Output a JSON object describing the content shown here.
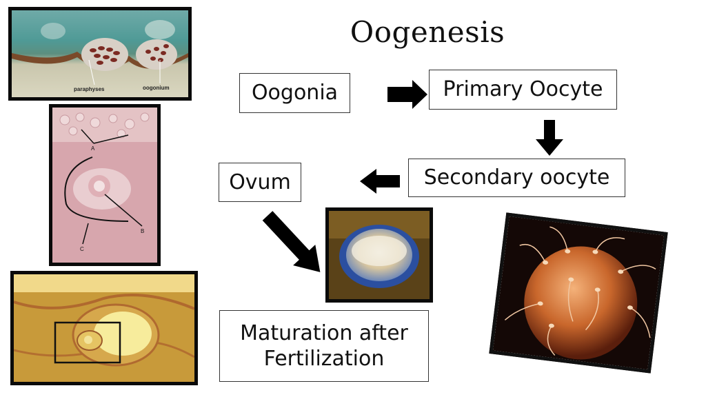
{
  "title": "Oogenesis",
  "stages": {
    "oogonia": "Oogonia",
    "primary_oocyte": "Primary Oocyte",
    "secondary_oocyte": "Secondary oocyte",
    "ovum": "Ovum",
    "maturation": "Maturation after Fertilization"
  },
  "figure_labels": {
    "paraphyses": "paraphyses",
    "oogonium": "oogonium",
    "label_a": "A",
    "label_b": "B",
    "label_c": "C"
  },
  "colors": {
    "arrow": "#000000",
    "box_border": "#333333"
  }
}
